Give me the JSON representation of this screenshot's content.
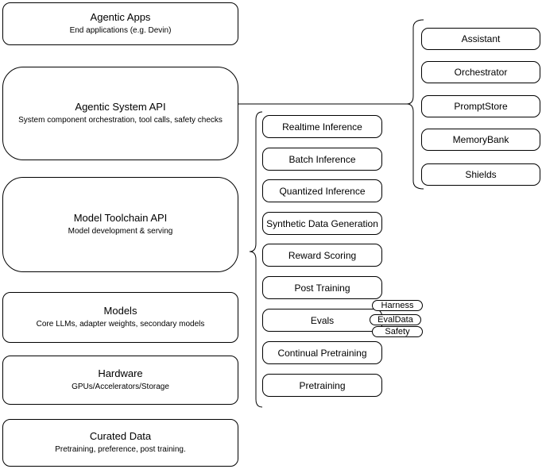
{
  "diagram": {
    "layers": [
      {
        "title": "Agentic Apps",
        "subtitle": "End applications (e.g. Devin)"
      },
      {
        "title": "Agentic System API",
        "subtitle": "System component orchestration, tool calls, safety checks"
      },
      {
        "title": "Model Toolchain API",
        "subtitle": "Model development & serving"
      },
      {
        "title": "Models",
        "subtitle": "Core LLMs, adapter weights, secondary models"
      },
      {
        "title": "Hardware",
        "subtitle": "GPUs/Accelerators/Storage"
      },
      {
        "title": "Curated Data",
        "subtitle": "Pretraining, preference, post training."
      }
    ],
    "toolchain_api_items": [
      "Realtime Inference",
      "Batch Inference",
      "Quantized Inference",
      "Synthetic Data Generation",
      "Reward Scoring",
      "Post Training",
      "Evals",
      "Continual Pretraining",
      "Pretraining"
    ],
    "evals_tags": [
      "Harness",
      "EvalData",
      "Safety"
    ],
    "system_api_components": [
      "Assistant",
      "Orchestrator",
      "PromptStore",
      "MemoryBank",
      "Shields"
    ],
    "colors": {
      "stroke": "#000000",
      "fill": "#ffffff",
      "text": "#000000"
    }
  }
}
